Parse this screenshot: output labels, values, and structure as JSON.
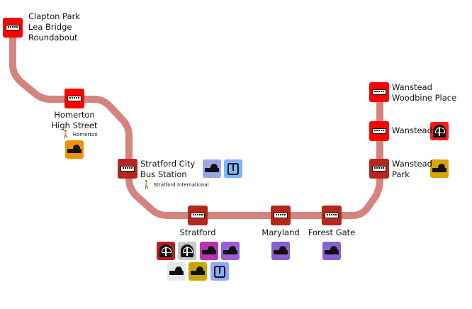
{
  "route_color": "#d4837f",
  "stops": [
    {
      "name": "Clapton Park\nLea Bridge\nRoundabout",
      "icon": "bus-icon",
      "color": "#ff0000"
    },
    {
      "name": "Homerton\nHigh Street",
      "icon": "bus-icon",
      "color": "#ff0000",
      "walk": "Homerton",
      "modes": [
        {
          "icon": "train-icon",
          "color": "#f39200"
        }
      ]
    },
    {
      "name": "Stratford City\nBus Station",
      "icon": "bus-icon",
      "color": "#b5261b",
      "walk": "Stratford International",
      "modes": [
        {
          "icon": "train-icon",
          "color": "#9aa7e6"
        },
        {
          "icon": "dlr-icon",
          "color": "#7fb5ff"
        }
      ]
    },
    {
      "name": "Stratford",
      "icon": "bus-icon",
      "color": "#b5261b",
      "modes": [
        {
          "icon": "tube-icon",
          "color": "#b22020"
        },
        {
          "icon": "tube-icon",
          "color": "#c8c8c8"
        },
        {
          "icon": "train-icon",
          "color": "#b535b5"
        },
        {
          "icon": "train-icon",
          "color": "#9a5fd0"
        },
        {
          "icon": "train-icon",
          "color": "#e8e8e8"
        },
        {
          "icon": "train-icon",
          "color": "#c8a800"
        },
        {
          "icon": "dlr-icon",
          "color": "#8fa8ff"
        }
      ]
    },
    {
      "name": "Maryland",
      "icon": "bus-icon",
      "color": "#b5261b",
      "modes": [
        {
          "icon": "train-icon",
          "color": "#8a60d0"
        }
      ]
    },
    {
      "name": "Forest Gate",
      "icon": "bus-icon",
      "color": "#b5261b",
      "modes": [
        {
          "icon": "train-icon",
          "color": "#8a60d0"
        }
      ]
    },
    {
      "name": "Wanstead\nPark",
      "icon": "bus-icon",
      "color": "#b5261b",
      "modes": [
        {
          "icon": "train-icon",
          "color": "#d9a300"
        }
      ]
    },
    {
      "name": "Wanstead",
      "icon": "bus-icon",
      "color": "#ff0000",
      "modes": [
        {
          "icon": "tube-icon",
          "color": "#ff1a1a"
        }
      ]
    },
    {
      "name": "Wanstead\nWoodbine Place",
      "icon": "bus-icon",
      "color": "#ff0000"
    }
  ]
}
